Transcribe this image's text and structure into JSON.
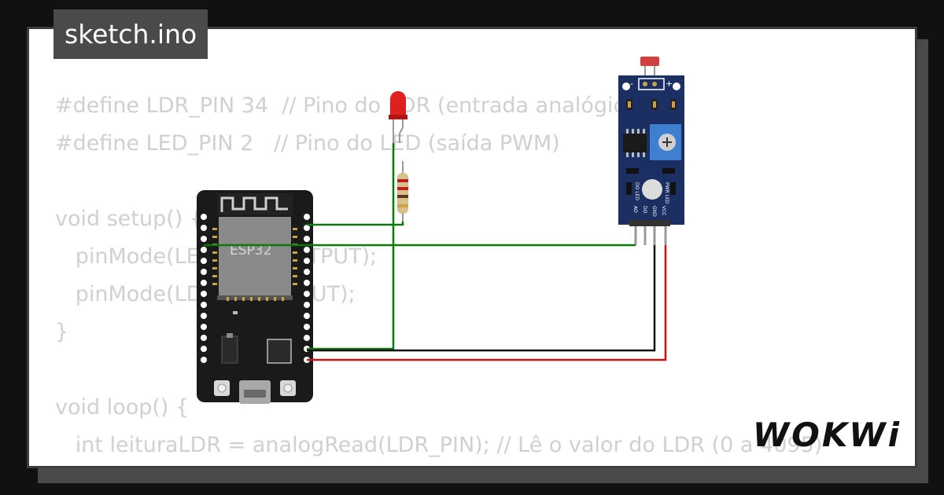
{
  "tab": {
    "filename": "sketch.ino"
  },
  "code_lines": [
    "#define LDR_PIN 34  // Pino do LDR (entrada analógica)",
    "#define LED_PIN 2   // Pino do LED (saída PWM)",
    "",
    "void setup() {",
    "   pinMode(LED_PIN, OUTPUT);",
    "   pinMode(LDR_PIN, INPUT);",
    "}",
    "",
    "void loop() {",
    "   int leituraLDR = analogRead(LDR_PIN); // Lê o valor do LDR (0 a 4095)"
  ],
  "board": {
    "label": "ESP32"
  },
  "sensor": {
    "pin_labels": [
      "AO",
      "DO",
      "GND",
      "VCC"
    ],
    "polarity": [
      "-",
      "+"
    ],
    "led_labels": [
      "DO LED",
      "PWR LED"
    ]
  },
  "brand": {
    "logo": "WOKWi"
  },
  "colors": {
    "wire_green": "#0a7a0a",
    "wire_red": "#d01010",
    "wire_black": "#111111",
    "pcb_blue": "#1b2f63",
    "board_black": "#1a1a1a",
    "led_red": "#e02020"
  }
}
